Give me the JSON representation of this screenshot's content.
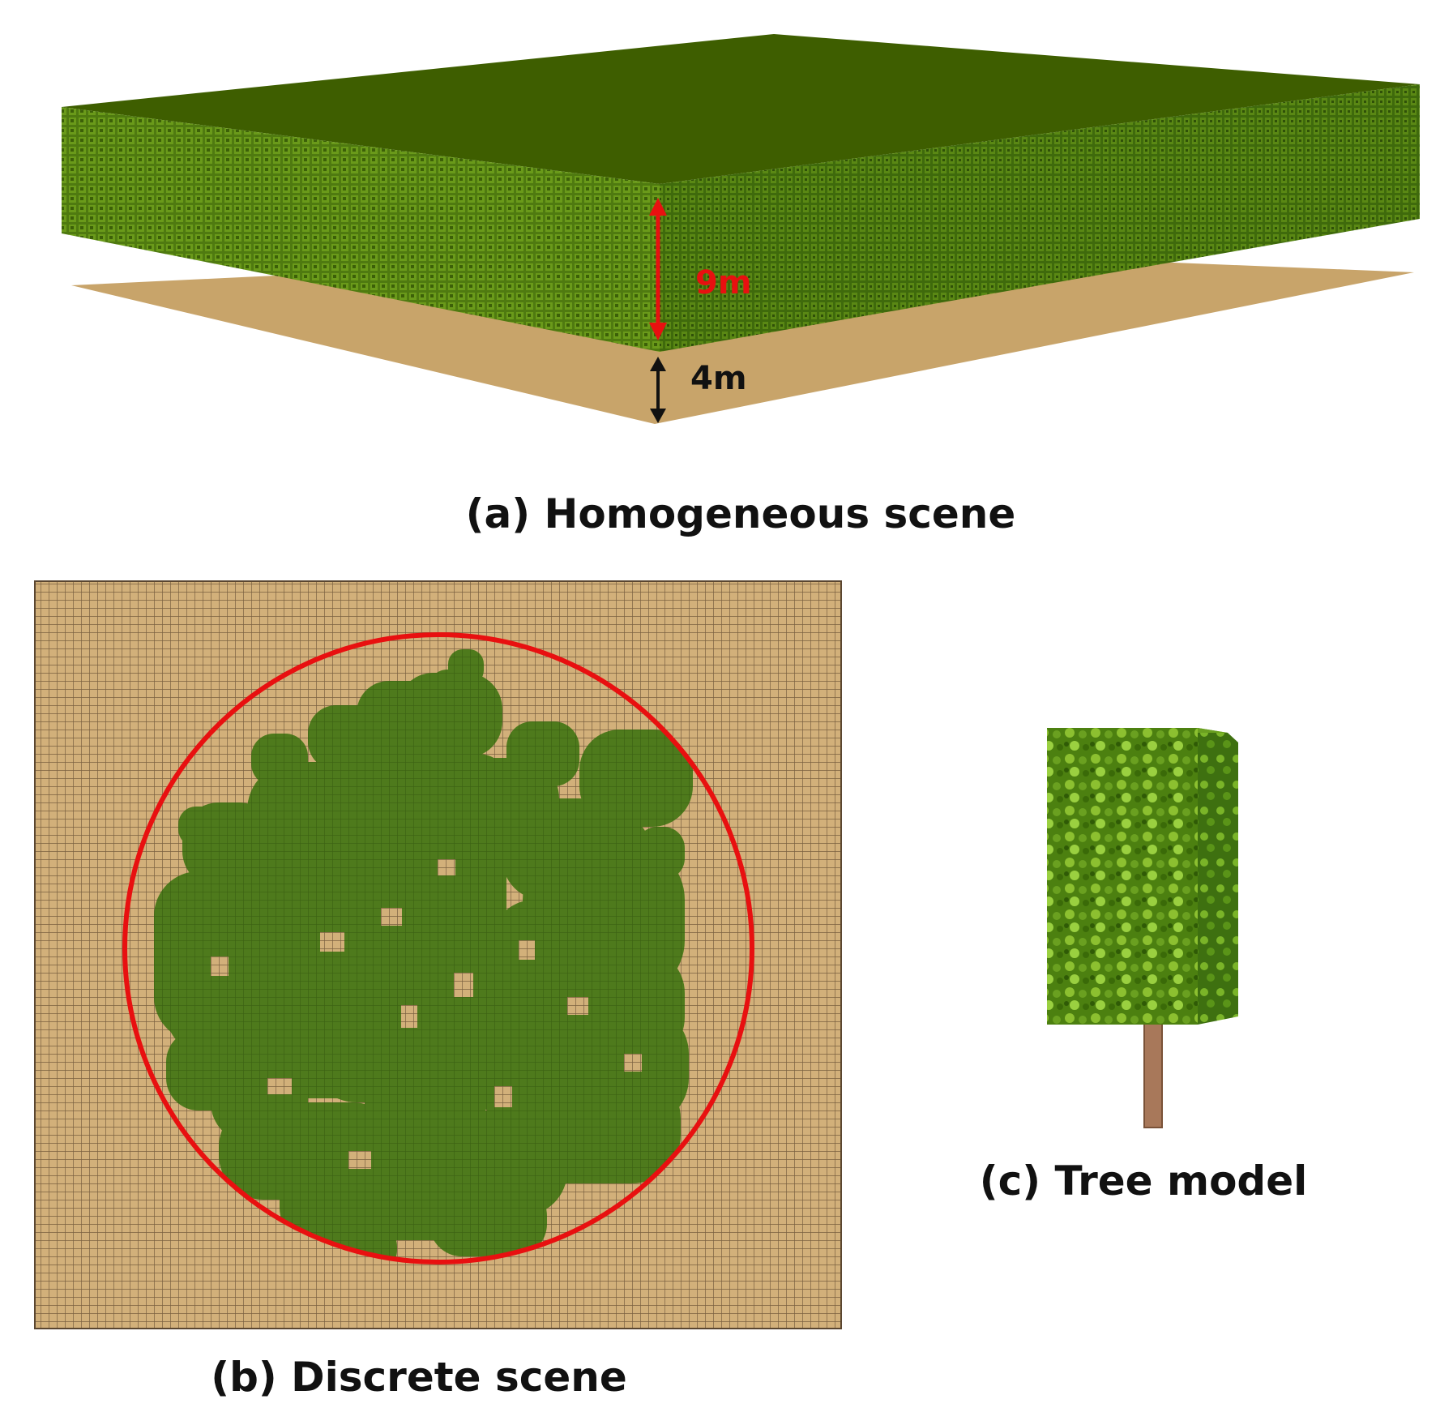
{
  "captions": {
    "a": "(a) Homogeneous scene",
    "b": "(b) Discrete scene",
    "c": "(c) Tree model"
  },
  "dimensions": {
    "canopy_height": "9m",
    "trunk_height": "4m"
  },
  "colors": {
    "canopy_top": "#3e5e00",
    "canopy_front": "#4f7a10",
    "canopy_side": "#3f6a0c",
    "soil": "#c8a46a",
    "grid_soil": "#d2b07a",
    "grid_line": "#7a6040",
    "patch": "#4e7a1c",
    "circle": "#e81010",
    "height_arrow": "#e81010",
    "trunk_arrow": "#111111",
    "tree_leaf": "#5f9a18",
    "tree_trunk": "#a8785a"
  },
  "icons": {
    "height_arrow": "double-arrow-icon",
    "trunk_arrow": "double-arrow-icon"
  }
}
